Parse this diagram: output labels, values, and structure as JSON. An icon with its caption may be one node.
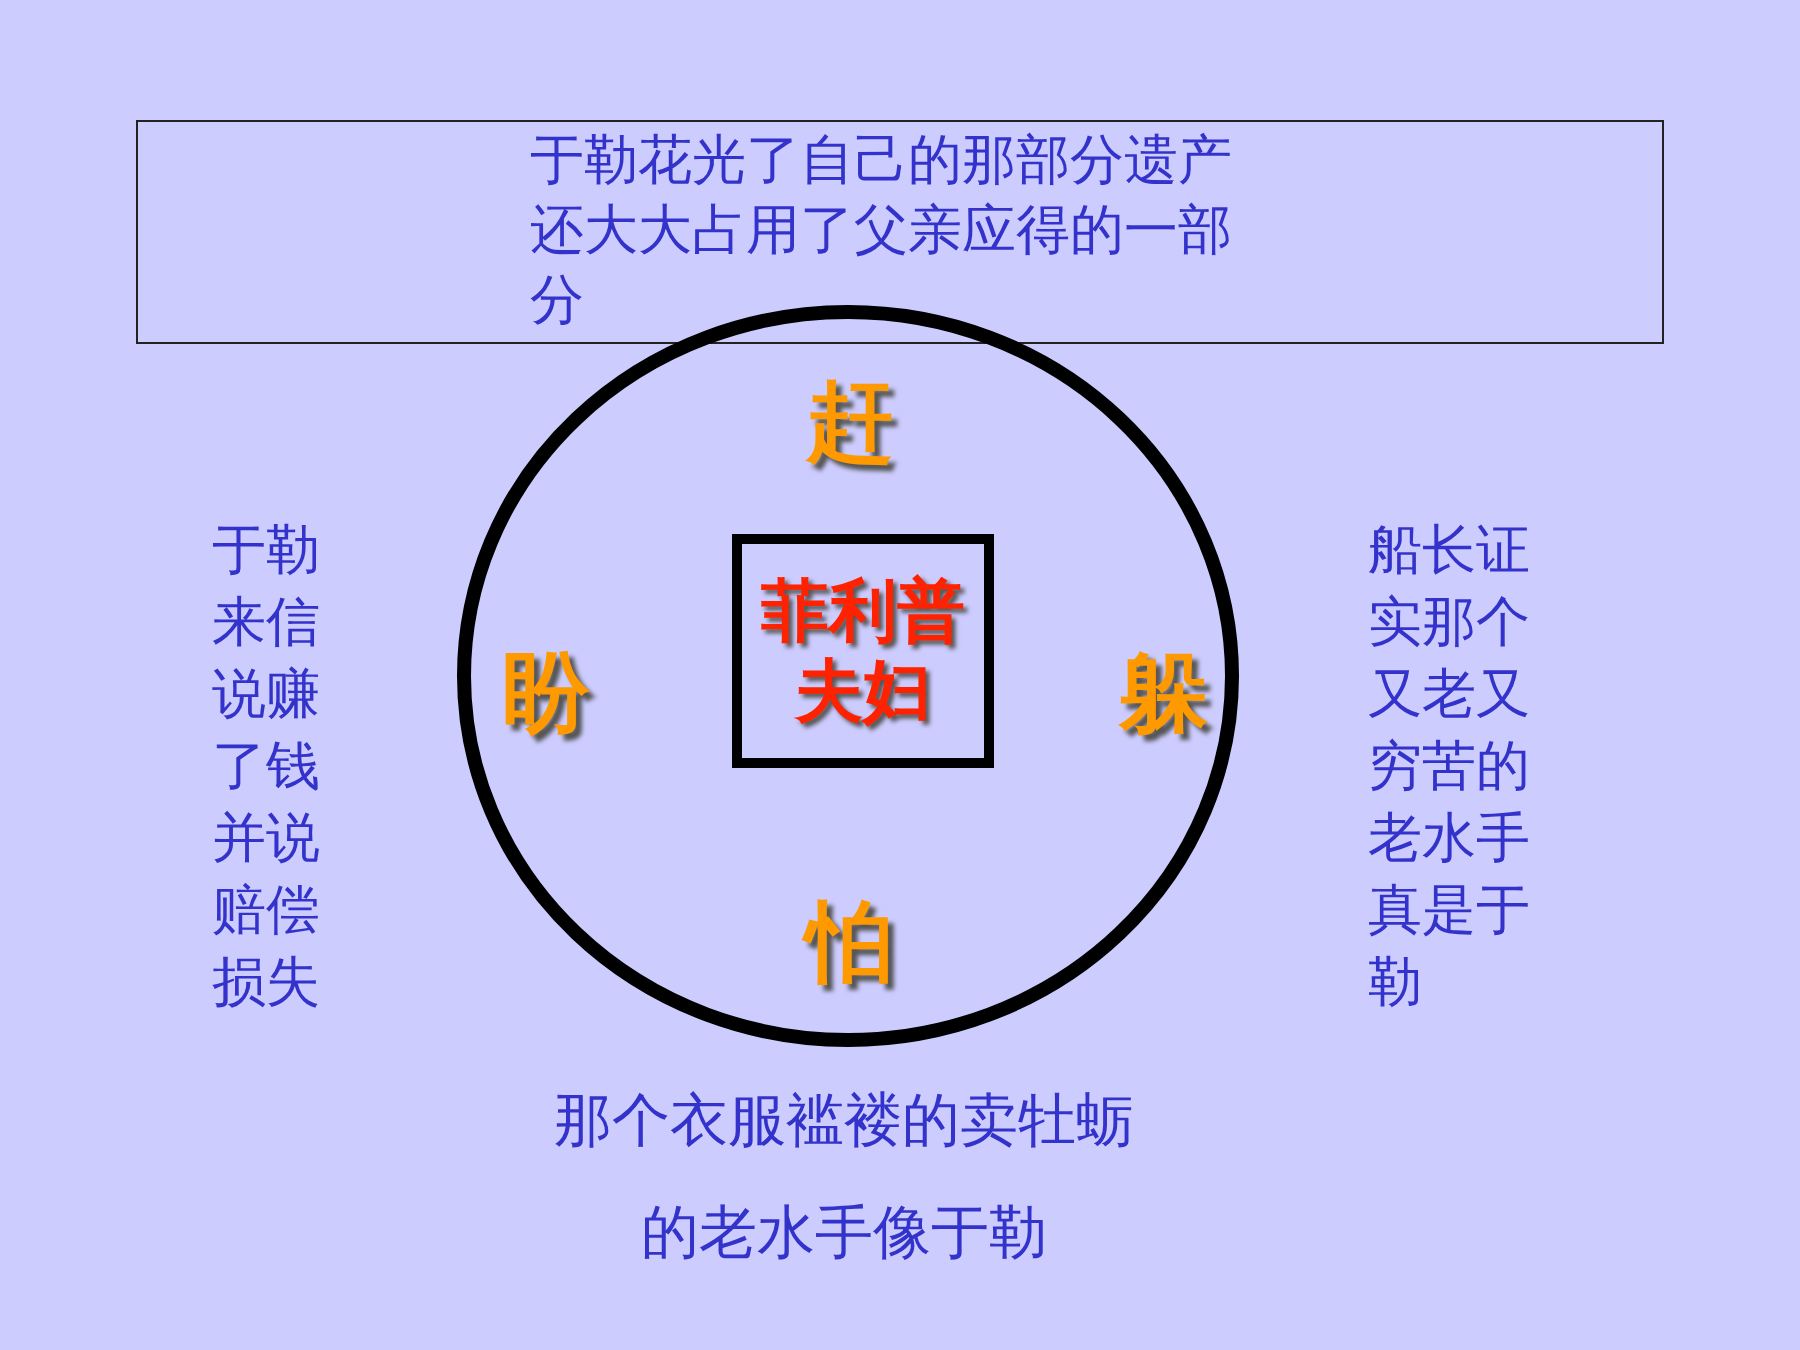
{
  "diagram": {
    "nodes": [
      {
        "text": [
          "于勒花光了自己的那部分遗产还大大占用了父亲应得的一部分"
        ]
      },
      {
        "text": [
          "赶",
          "盼",
          "躲",
          "怕"
        ]
      },
      {
        "text": [
          "菲利普夫妇"
        ],
        "in": 1
      }
    ],
    "labels": [
      "于勒来信说赚了钱并说赔偿损失",
      "船长证实那个又老又穷苦的老水手真是于勒",
      "那个衣服褴褛的卖牡蛎的老水手像于勒"
    ]
  }
}
